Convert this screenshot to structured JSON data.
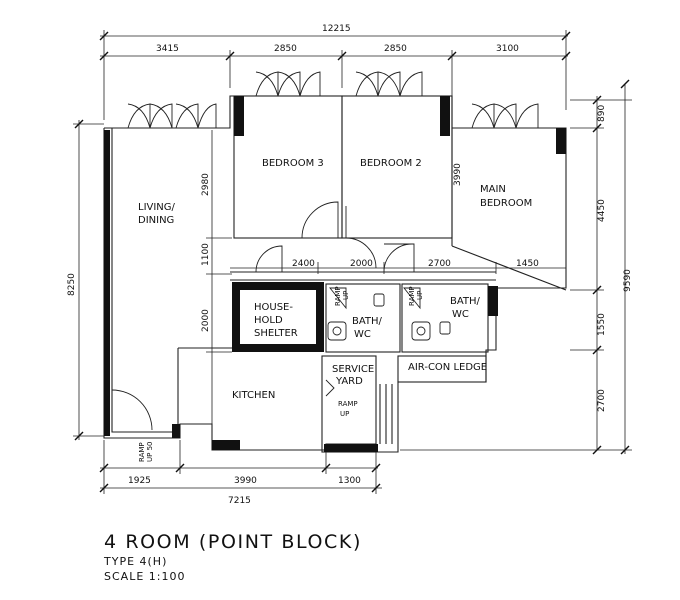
{
  "title": "4 ROOM (POINT BLOCK)",
  "type_label": "TYPE 4(H)",
  "scale_label": "SCALE 1:100",
  "rooms": {
    "bedroom3": "BEDROOM 3",
    "bedroom2": "BEDROOM 2",
    "main_bedroom_1": "MAIN",
    "main_bedroom_2": "BEDROOM",
    "living_1": "LIVING/",
    "living_2": "DINING",
    "shelter_1": "HOUSE-",
    "shelter_2": "HOLD",
    "shelter_3": "SHELTER",
    "bath1_1": "BATH/",
    "bath1_2": "WC",
    "bath2_1": "BATH/",
    "bath2_2": "WC",
    "service_1": "SERVICE",
    "service_2": "YARD",
    "aircon": "AIR-CON LEDGE",
    "kitchen": "KITCHEN"
  },
  "annotations": {
    "ramp": "RAMP",
    "up": "UP",
    "ramp_entry": "RAMP",
    "up50": "UP 50"
  },
  "dimensions": {
    "top_total": "12215",
    "top_1": "3415",
    "top_2": "2850",
    "top_3": "2850",
    "top_4": "3100",
    "left_total": "8250",
    "left_2980": "2980",
    "left_1100": "1100",
    "left_2000": "2000",
    "mid_3990": "3990",
    "mid_2400": "2400",
    "mid_2000": "2000",
    "mid_2700": "2700",
    "mid_1450": "1450",
    "right_890": "890",
    "right_4450": "4450",
    "right_1550": "1550",
    "right_2700": "2700",
    "right_total": "9590",
    "bottom_1925": "1925",
    "bottom_3990": "3990",
    "bottom_1300": "1300",
    "bottom_total": "7215"
  }
}
